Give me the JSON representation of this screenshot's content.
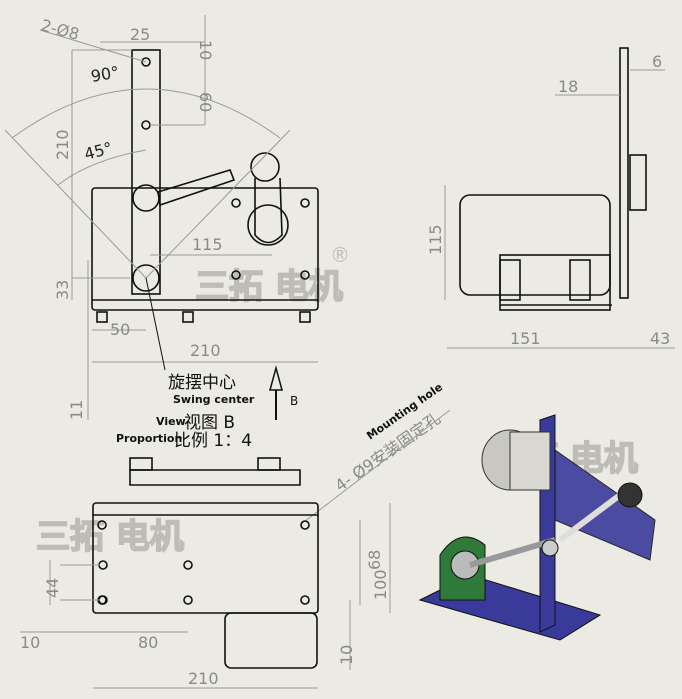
{
  "title": "Swing motor mounting drawing",
  "top_view": {
    "dims": {
      "holes": "2-Ø8",
      "d25": "25",
      "d10": "10",
      "d60": "60",
      "d210v": "210",
      "d33": "33",
      "d50": "50",
      "d210h": "210",
      "d115": "115",
      "d11": "11"
    },
    "angles": {
      "a90": "90°",
      "a45": "45°"
    },
    "swing_center_cn": "旋摆中心",
    "swing_center_en": "Swing center",
    "view_arrow_label": "B"
  },
  "side_view": {
    "dims": {
      "d18": "18",
      "d6": "6",
      "d115": "115",
      "d151": "151",
      "d43": "43"
    }
  },
  "view_b": {
    "view_en": "View",
    "view_cn": "视图 B",
    "proportion_en": "Proportion",
    "proportion_cn": "比例 1：4",
    "mounting_hole_en": "Mounting hole",
    "mounting_hole_cn": "4- Ø9安装固定孔",
    "dims": {
      "d68": "68",
      "d100": "100",
      "d44": "44",
      "d10a": "10",
      "d80": "80",
      "d10b": "10",
      "d210": "210"
    }
  },
  "watermark": {
    "text": "三拓 电机",
    "mark": "®"
  },
  "colors": {
    "background": "#ecebe3",
    "line": "#111111",
    "dimension": "#8a8a86",
    "bracket": "#3a3a9a"
  }
}
